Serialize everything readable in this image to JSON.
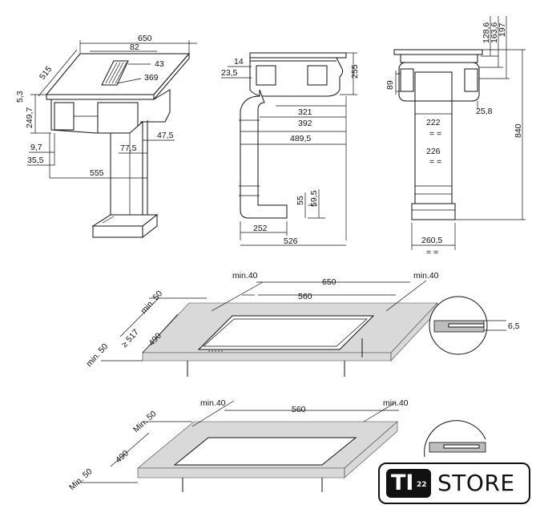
{
  "views": {
    "iso": {
      "width": "650",
      "rail": "82",
      "dim_43": "43",
      "dim_369": "369",
      "depth": "515",
      "dim_5_3": "5,3",
      "dim_249_7": "249,7",
      "dim_9_7": "9,7",
      "dim_35_5": "35,5",
      "dim_77_5": "77,5",
      "dim_47_5": "47,5",
      "dim_555": "555"
    },
    "side": {
      "dim_14": "14",
      "dim_23_5": "23,5",
      "dim_255": "255",
      "dim_321": "321",
      "dim_392": "392",
      "dim_489_5": "489,5",
      "dim_55": "55",
      "dim_59_5": "59,5",
      "dim_252": "252",
      "dim_526": "526"
    },
    "front": {
      "dim_128_6": "128,6",
      "dim_163_6": "163,6",
      "dim_197": "197",
      "dim_89": "89",
      "dim_25_8": "25,8",
      "dim_222": "222",
      "dim_226": "226",
      "dim_840": "840",
      "dim_260_5": "260,5",
      "equal_mark": "=",
      "equal_pair": "= ="
    },
    "cutout_flush": {
      "min40_left": "min.40",
      "width": "650",
      "min40_right": "min.40",
      "cutout": "560",
      "min50_top": "min. 50",
      "depth_517": "≥ 517",
      "depth_490": "490",
      "min50_bottom": "min. 50",
      "lip": "6,5"
    },
    "cutout_top": {
      "min40_left": "min.40",
      "cutout": "560",
      "min40_right": "min.40",
      "min50_top": "Min. 50",
      "depth_490": "490",
      "min50_bottom": "Min. 50"
    }
  },
  "logo": {
    "mark": "TI",
    "superscript": "22",
    "text": "STORE"
  }
}
